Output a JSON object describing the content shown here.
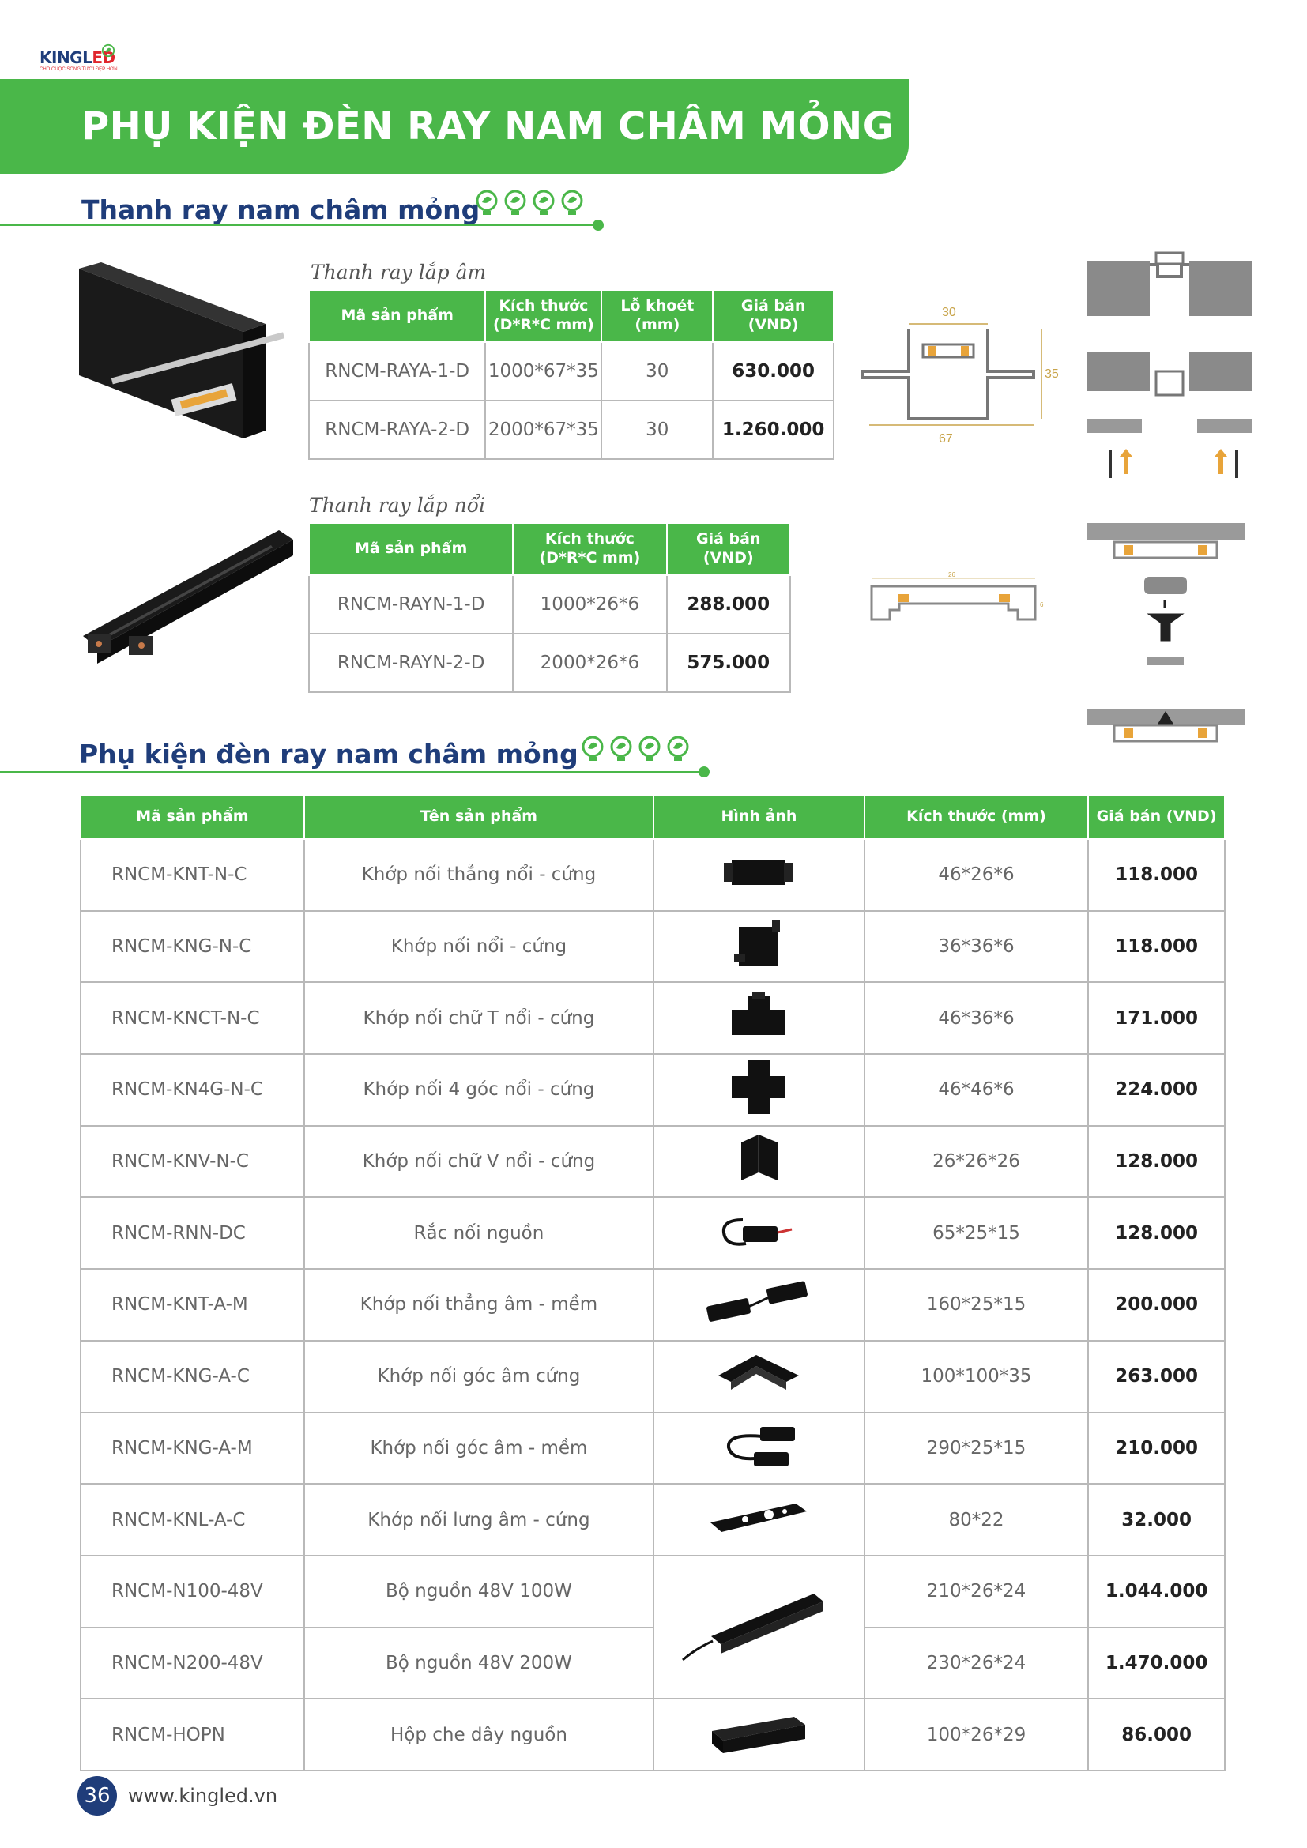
{
  "logo": {
    "brand_a": "KINGL",
    "brand_b": "ED",
    "tagline": "CHO CUỘC SỐNG TƯƠI ĐẸP HƠN"
  },
  "banner": {
    "title": "PHỤ KIỆN ĐÈN RAY NAM CHÂM MỎNG"
  },
  "section1": {
    "title": "Thanh ray nam châm mỏng"
  },
  "table_am": {
    "caption": "Thanh ray lắp âm",
    "headers": [
      "Mã sản phẩm",
      "Kích thước (D*R*C mm)",
      "Lỗ khoét (mm)",
      "Giá bán (VND)"
    ],
    "rows": [
      [
        "RNCM-RAYA-1-D",
        "1000*67*35",
        "30",
        "630.000"
      ],
      [
        "RNCM-RAYA-2-D",
        "2000*67*35",
        "30",
        "1.260.000"
      ]
    ]
  },
  "table_noi": {
    "caption": "Thanh ray lắp nổi",
    "headers": [
      "Mã sản phẩm",
      "Kích thước (D*R*C mm)",
      "Giá bán (VND)"
    ],
    "rows": [
      [
        "RNCM-RAYN-1-D",
        "1000*26*6",
        "288.000"
      ],
      [
        "RNCM-RAYN-2-D",
        "2000*26*6",
        "575.000"
      ]
    ]
  },
  "diagram_am": {
    "width": "67",
    "height": "35",
    "cut": "30"
  },
  "diagram_noi": {
    "width": "26",
    "height": "6"
  },
  "section2": {
    "title": "Phụ kiện đèn ray nam châm mỏng"
  },
  "table_main": {
    "headers": [
      "Mã sản phẩm",
      "Tên sản phẩm",
      "Hình ảnh",
      "Kích thước (mm)",
      "Giá bán (VND)"
    ],
    "rows": [
      [
        "RNCM-KNT-N-C",
        "Khớp nối thẳng nổi - cứng",
        "46*26*6",
        "118.000"
      ],
      [
        "RNCM-KNG-N-C",
        "Khớp nối nổi - cứng",
        "36*36*6",
        "118.000"
      ],
      [
        "RNCM-KNCT-N-C",
        "Khớp nối chữ T nổi - cứng",
        "46*36*6",
        "171.000"
      ],
      [
        "RNCM-KN4G-N-C",
        "Khớp nối 4 góc nổi - cứng",
        "46*46*6",
        "224.000"
      ],
      [
        "RNCM-KNV-N-C",
        "Khớp nối chữ V nổi - cứng",
        "26*26*26",
        "128.000"
      ],
      [
        "RNCM-RNN-DC",
        "Rắc nối nguồn",
        "65*25*15",
        "128.000"
      ],
      [
        "RNCM-KNT-A-M",
        "Khớp nối thẳng âm - mềm",
        "160*25*15",
        "200.000"
      ],
      [
        "RNCM-KNG-A-C",
        "Khớp nối góc âm cứng",
        "100*100*35",
        "263.000"
      ],
      [
        "RNCM-KNG-A-M",
        "Khớp nối góc âm - mềm",
        "290*25*15",
        "210.000"
      ],
      [
        "RNCM-KNL-A-C",
        "Khớp nối lưng âm - cứng",
        "80*22",
        "32.000"
      ],
      [
        "RNCM-N100-48V",
        "Bộ nguồn 48V 100W",
        "210*26*24",
        "1.044.000"
      ],
      [
        "RNCM-N200-48V",
        "Bộ nguồn 48V 200W",
        "230*26*24",
        "1.470.000"
      ],
      [
        "RNCM-HOPN",
        "Hộp che dây nguồn",
        "100*26*29",
        "86.000"
      ]
    ]
  },
  "footer": {
    "page": "36",
    "website": "www.kingled.vn"
  },
  "colors": {
    "green": "#4ab749",
    "navy": "#1f3d7a",
    "red": "#e0262d"
  }
}
